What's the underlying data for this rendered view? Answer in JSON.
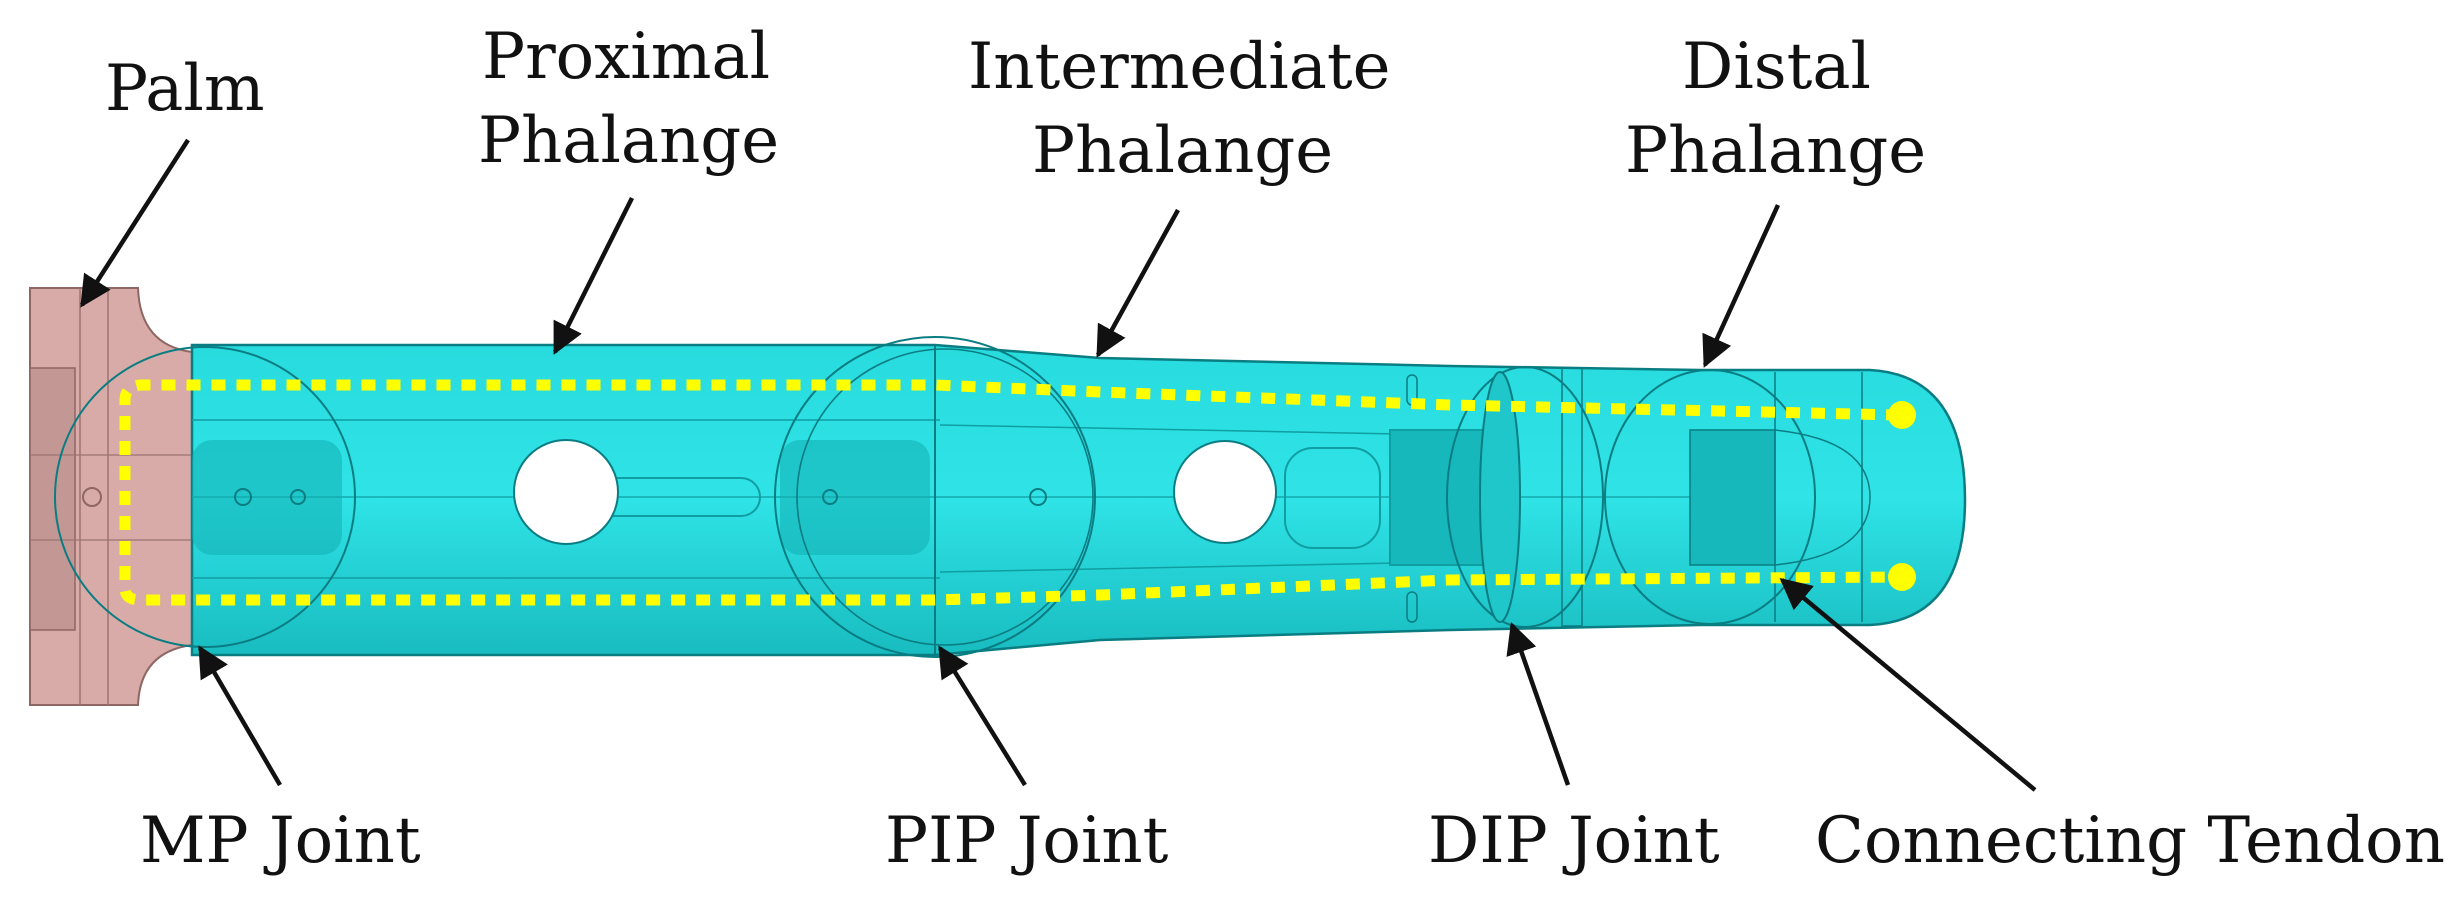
{
  "labels": {
    "palm": "Palm",
    "proximal_1": "Proximal",
    "proximal_2": "Phalange",
    "intermediate_1": "Intermediate",
    "intermediate_2": "Phalange",
    "distal_1": "Distal",
    "distal_2": "Phalange",
    "mp_joint": "MP Joint",
    "pip_joint": "PIP Joint",
    "dip_joint": "DIP Joint",
    "tendon": "Connecting Tendon"
  },
  "colors": {
    "finger_fill": "#22d3d6",
    "finger_dark": "#12aeb2",
    "finger_edge": "#0a7d82",
    "palm_fill": "#d8aaa8",
    "palm_dark": "#b88683",
    "tendon": "#ffff00",
    "hole": "#ffffff",
    "arrow": "#111111"
  }
}
